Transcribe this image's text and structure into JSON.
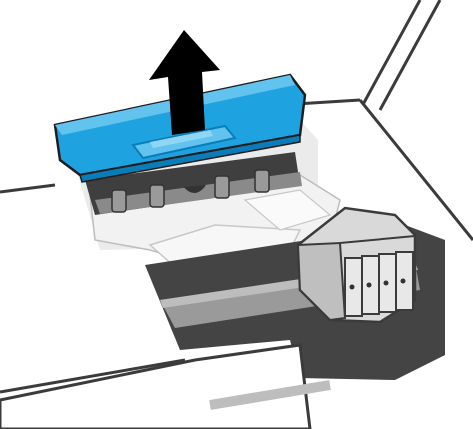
{
  "illustration": {
    "subject": "printer-paper-jam-access-cover-removal",
    "icons": {
      "arrow": "up-arrow-icon",
      "cover": "blue-access-cover",
      "handle": "cover-handle",
      "paper": "jammed-paper",
      "carriage": "print-carriage",
      "cartridges": "ink-cartridges"
    },
    "colors": {
      "cover_blue": "#1fa3e0",
      "cover_blue_light": "#62c3ef",
      "cover_blue_dark": "#0a7db9",
      "arrow": "#000000",
      "outline": "#3b3b3b",
      "housing_gray": "#e4e4e4",
      "dark_gray": "#4a4a4a",
      "mid_gray": "#8c8c8c",
      "paper": "#f4f4f4"
    },
    "cartridge_count": 4
  }
}
